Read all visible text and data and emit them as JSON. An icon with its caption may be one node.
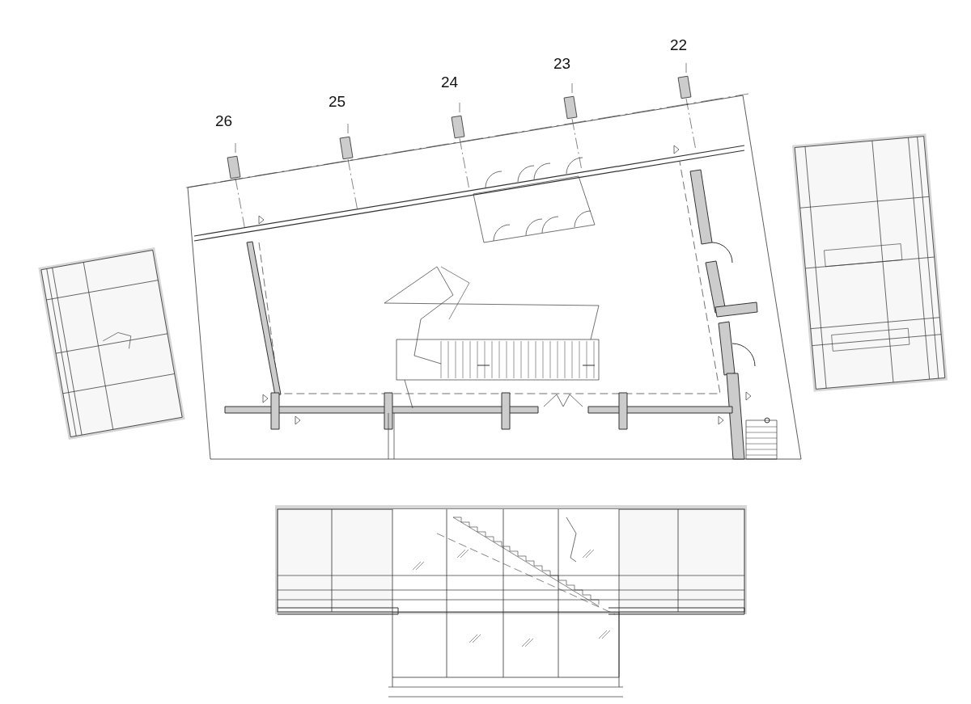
{
  "diagram": {
    "labels": [
      "26",
      "25",
      "24",
      "23",
      "22"
    ]
  }
}
